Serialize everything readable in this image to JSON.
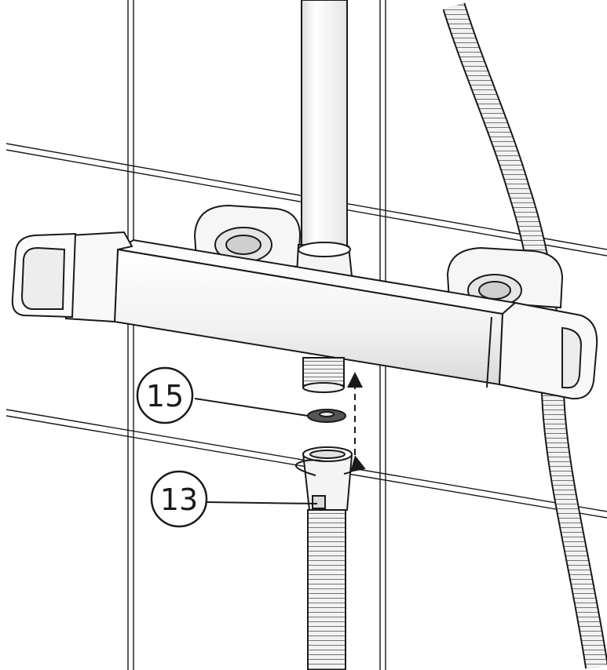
{
  "callouts": [
    {
      "id": "washer",
      "label": "15"
    },
    {
      "id": "hose-nut",
      "label": "13"
    }
  ],
  "colors": {
    "line": "#1a1a1a",
    "part_fill": "#f5f5f5",
    "shade": "#d8d8d8",
    "background": "#ffffff"
  }
}
